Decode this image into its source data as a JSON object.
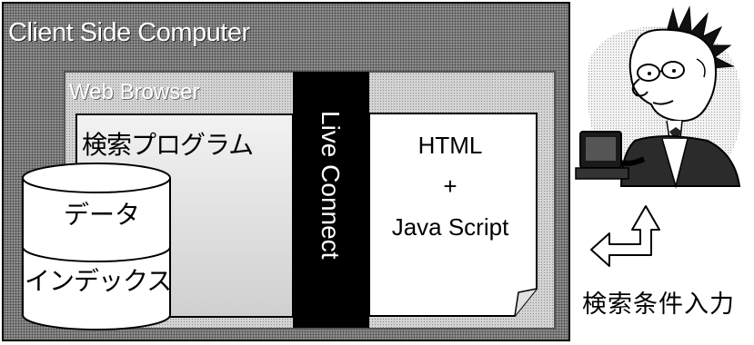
{
  "client": {
    "title": "Client Side Computer"
  },
  "browser": {
    "title": "Web Browser"
  },
  "search_program": {
    "label": "検索プログラム"
  },
  "live_connect": {
    "label": "Live Connect"
  },
  "html_doc": {
    "line1": "HTML",
    "line2": "+",
    "line3": "Java Script"
  },
  "database": {
    "data_label": "データ",
    "index_label": "インデックス"
  },
  "user": {
    "icon": "user-at-computer-icon",
    "search_input_label": "検索条件入力"
  },
  "colors": {
    "live_connect_band": "#000000",
    "outline": "#000000"
  }
}
